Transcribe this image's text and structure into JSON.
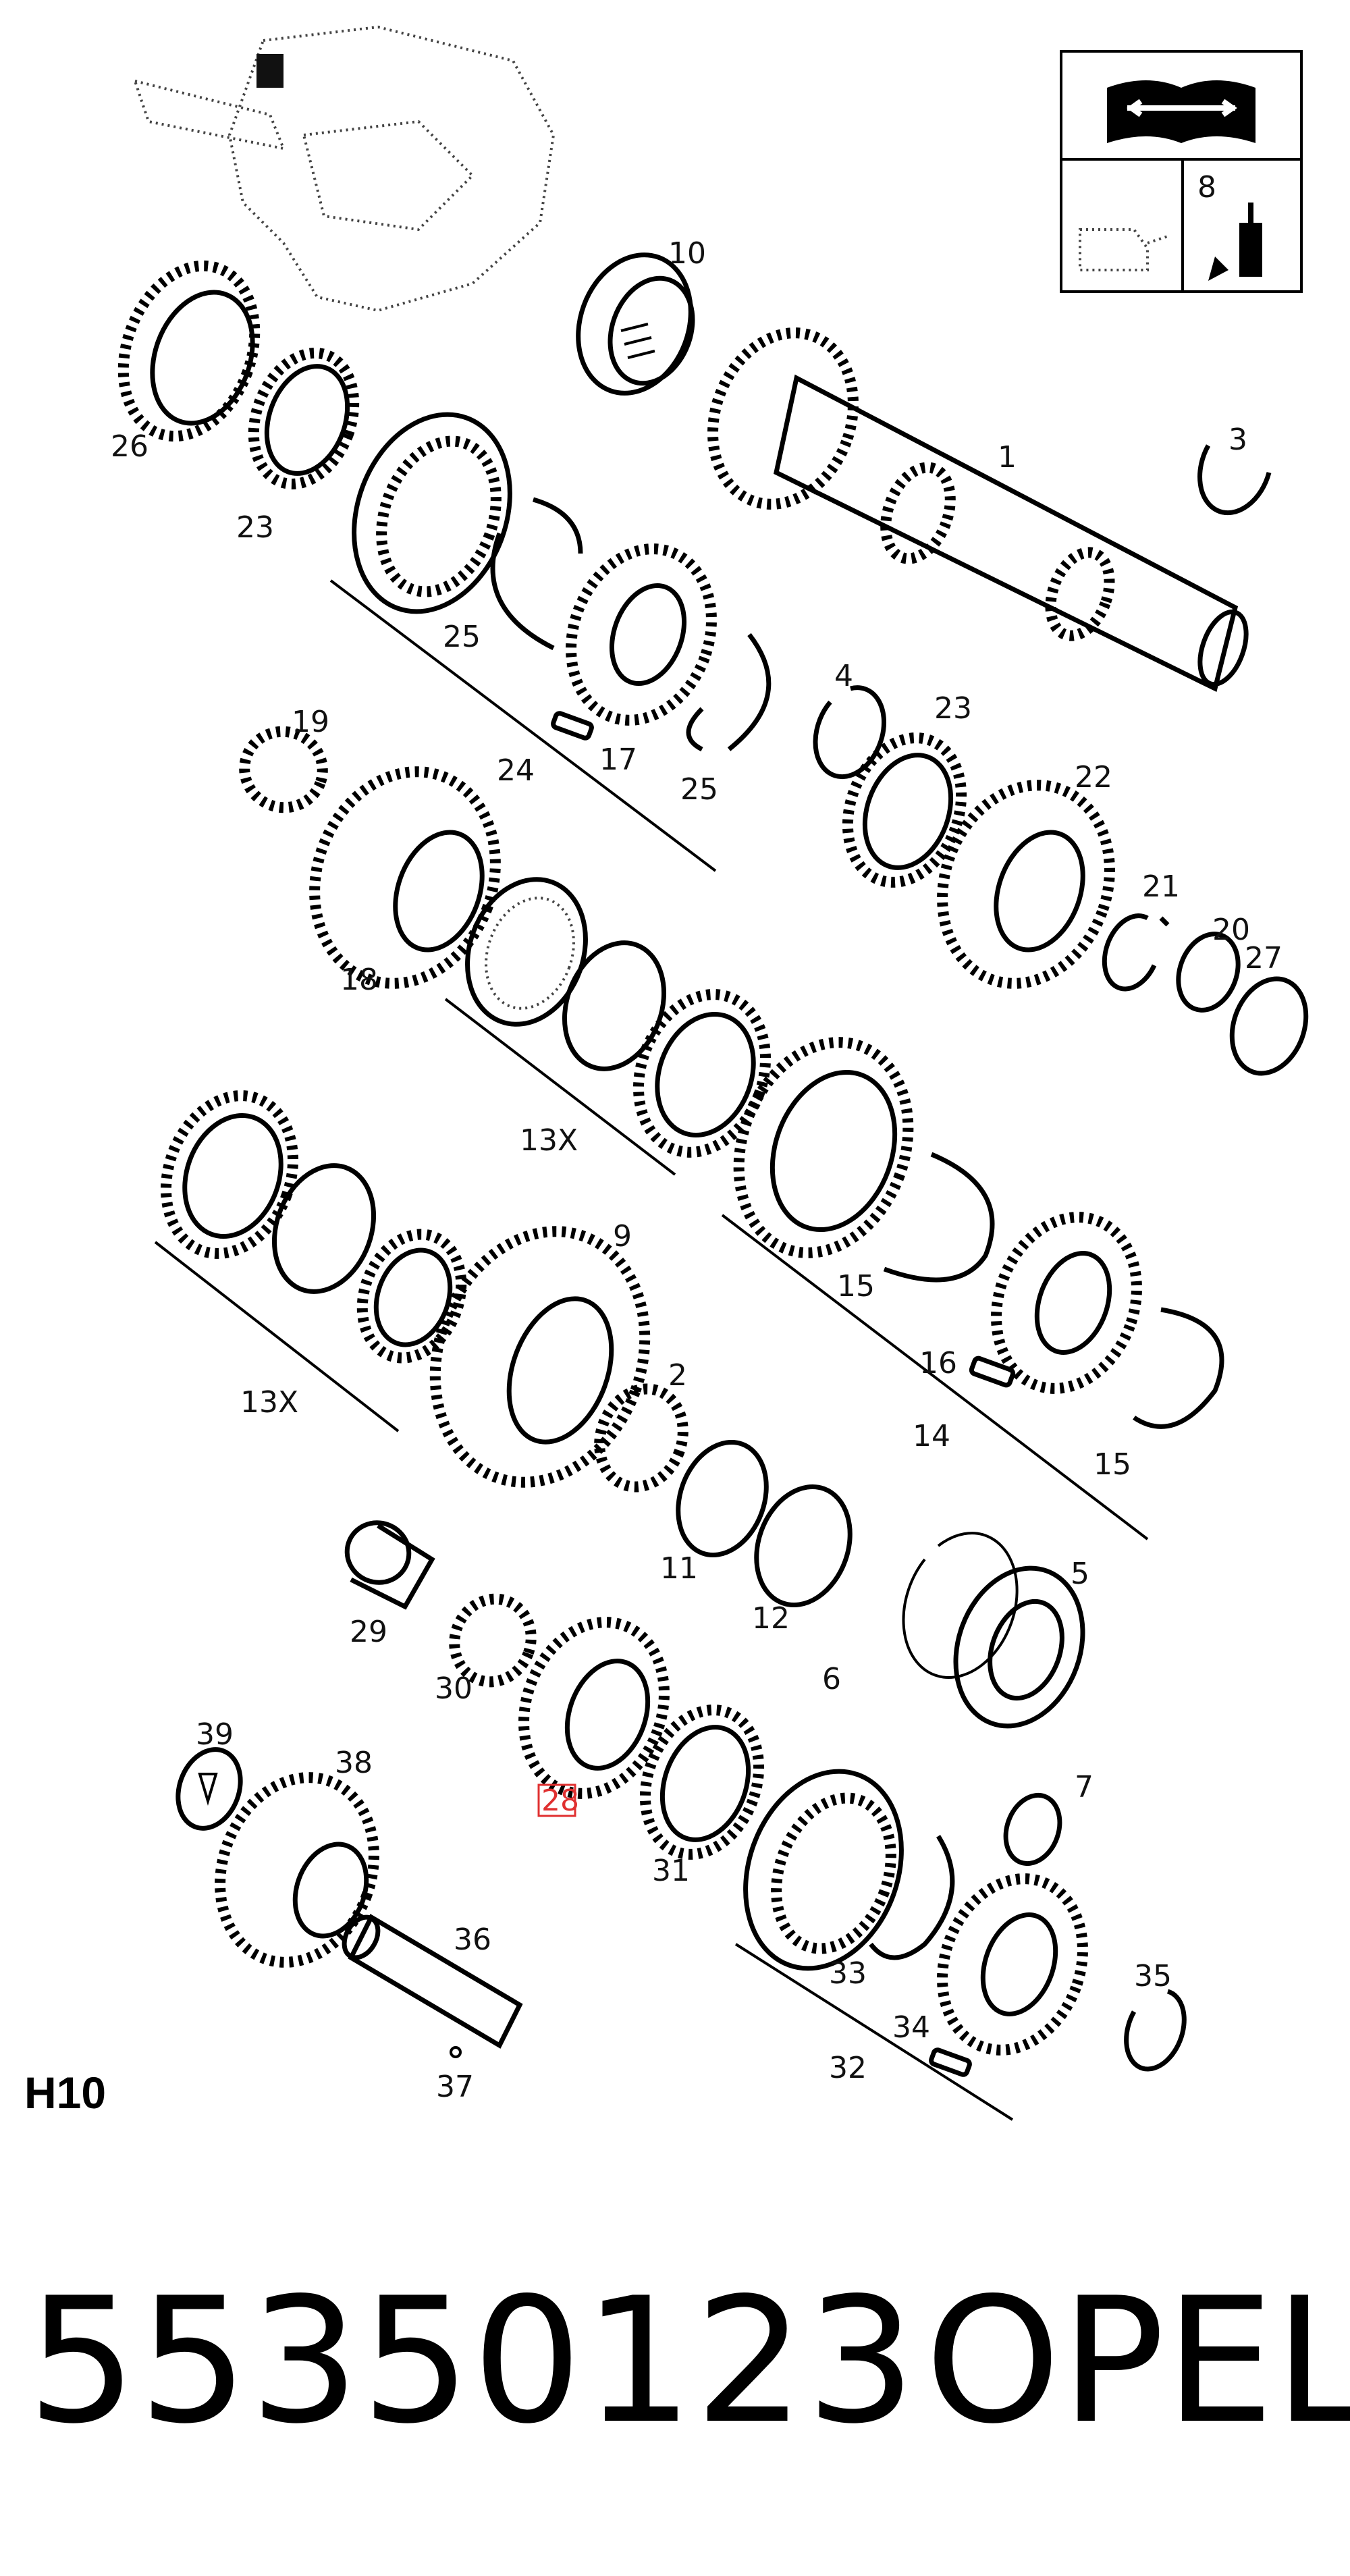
{
  "diagram": {
    "labels": {
      "p1": "1",
      "p2": "2",
      "p3": "3",
      "p4": "4",
      "p5": "5",
      "p6": "6",
      "p7": "7",
      "p8": "8",
      "p9": "9",
      "p10": "10",
      "p11": "11",
      "p12": "12",
      "p13a": "13X",
      "p13b": "13X",
      "p14": "14",
      "p15a": "15",
      "p15b": "15",
      "p16": "16",
      "p17": "17",
      "p18": "18",
      "p19": "19",
      "p20": "20",
      "p21": "21",
      "p22": "22",
      "p23a": "23",
      "p23b": "23",
      "p24": "24",
      "p25a": "25",
      "p25b": "25",
      "p26": "26",
      "p27": "27",
      "p28": "28",
      "p29": "29",
      "p30": "30",
      "p31": "31",
      "p32": "32",
      "p33": "33",
      "p34": "34",
      "p35": "35",
      "p36": "36",
      "p37": "37",
      "p38": "38",
      "p39": "39"
    },
    "highlighted_label": "28",
    "highlight_color": "#e03030"
  },
  "legend_box": {
    "icons": [
      "manual-wrench-icon",
      "oil-can-icon",
      "sealant-bottle-icon"
    ],
    "sealant_ref": "8"
  },
  "footer": {
    "section_code": "H10",
    "part_number": "55350123",
    "brand": "OPEL"
  }
}
